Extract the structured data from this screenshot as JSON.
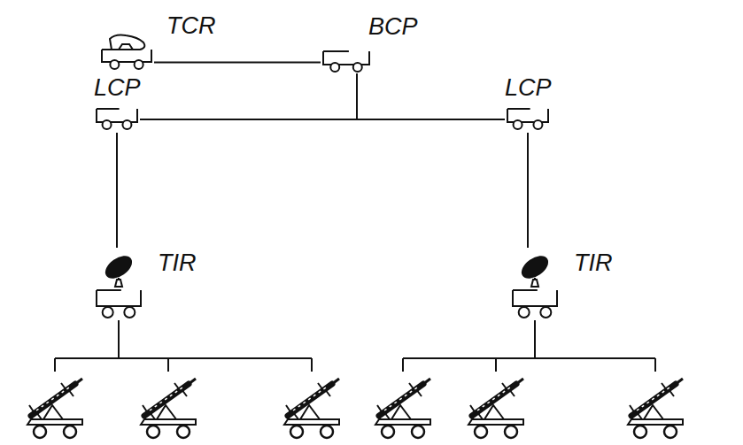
{
  "diagram": {
    "nodes": [
      {
        "text": [
          "TCR"
        ]
      },
      {
        "text": [
          "BCP"
        ]
      },
      {
        "text": [
          "LCP"
        ]
      },
      {
        "text": [
          "LCP"
        ]
      },
      {
        "text": [
          "TIR"
        ]
      },
      {
        "text": [
          "TIR"
        ]
      }
    ],
    "edges": [
      {
        "from": 0,
        "to": 1,
        "arrow": "none"
      },
      {
        "from": 1,
        "to": 2,
        "arrow": "none"
      },
      {
        "from": 1,
        "to": 3,
        "arrow": "none"
      },
      {
        "from": 2,
        "to": 4,
        "arrow": "none"
      },
      {
        "from": 3,
        "to": 5,
        "arrow": "none"
      }
    ]
  }
}
